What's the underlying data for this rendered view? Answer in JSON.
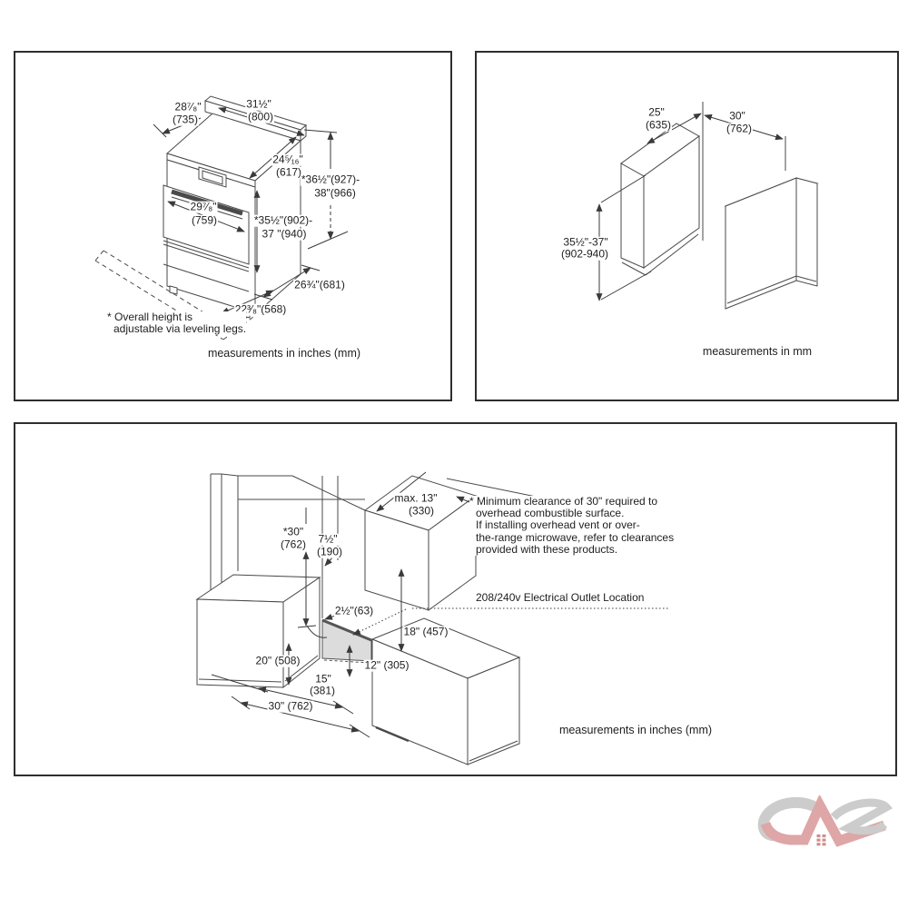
{
  "panel_range": {
    "dims": {
      "w_back": [
        "28⁷⁄₈\"",
        "(735)"
      ],
      "w_top": [
        "31½\"",
        "(800)"
      ],
      "depth_top": [
        "24⁵⁄₁₆\"",
        "(617)"
      ],
      "h_total": [
        "*36½\"(927)-",
        "38\"(966)"
      ],
      "door_w": [
        "29⁷⁄₈\"",
        "(759)"
      ],
      "h_cooktop": [
        "*35½\"(902)-",
        "37 \"(940)"
      ],
      "depth_base": "26¾\"(681)",
      "base_w": "22³⁄₈\"(568)"
    },
    "note_line1": "* Overall height is",
    "note_line2": "adjustable via leveling legs.",
    "footer": "measurements in inches (mm)"
  },
  "panel_cutout": {
    "dims": {
      "depth": [
        "25\"",
        "(635)"
      ],
      "width": [
        "30\"",
        "(762)"
      ],
      "height": [
        "35½\"-37\"",
        "(902-940)"
      ]
    },
    "footer": "measurements in mm"
  },
  "panel_install": {
    "dims": {
      "overhead_depth": [
        "max. 13\"",
        "(330)"
      ],
      "clearance": [
        "*30\"",
        "(762)"
      ],
      "outlet_offset": [
        "7½\"",
        "(190)"
      ],
      "outlet_width": "2½\"(63)",
      "upper_height": "18\" (457)",
      "counter": "20\" (508)",
      "outlet_height": "12\" (305)",
      "outlet_center": [
        "15\"",
        "(381)"
      ],
      "opening": "30\" (762)"
    },
    "note_lines": [
      "* Minimum clearance of 30\" required to",
      "overhead combustible surface.",
      "If installing overhead vent or over-",
      "the-range microwave, refer to clearances",
      "provided with these products."
    ],
    "outlet_label": "208/240v Electrical Outlet Location",
    "footer": "measurements in inches (mm)"
  },
  "watermark": {
    "name": "cas-logo",
    "gray": "#c0c0c0",
    "red": "#d69090"
  }
}
